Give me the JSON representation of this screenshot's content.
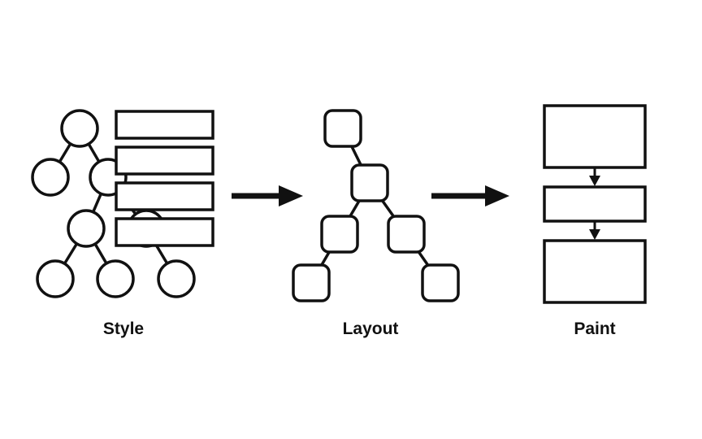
{
  "stages": {
    "style": {
      "label": "Style"
    },
    "layout": {
      "label": "Layout"
    },
    "paint": {
      "label": "Paint"
    }
  },
  "colors": {
    "stroke": "#111111",
    "fill": "#ffffff",
    "background": "#ffffff"
  }
}
